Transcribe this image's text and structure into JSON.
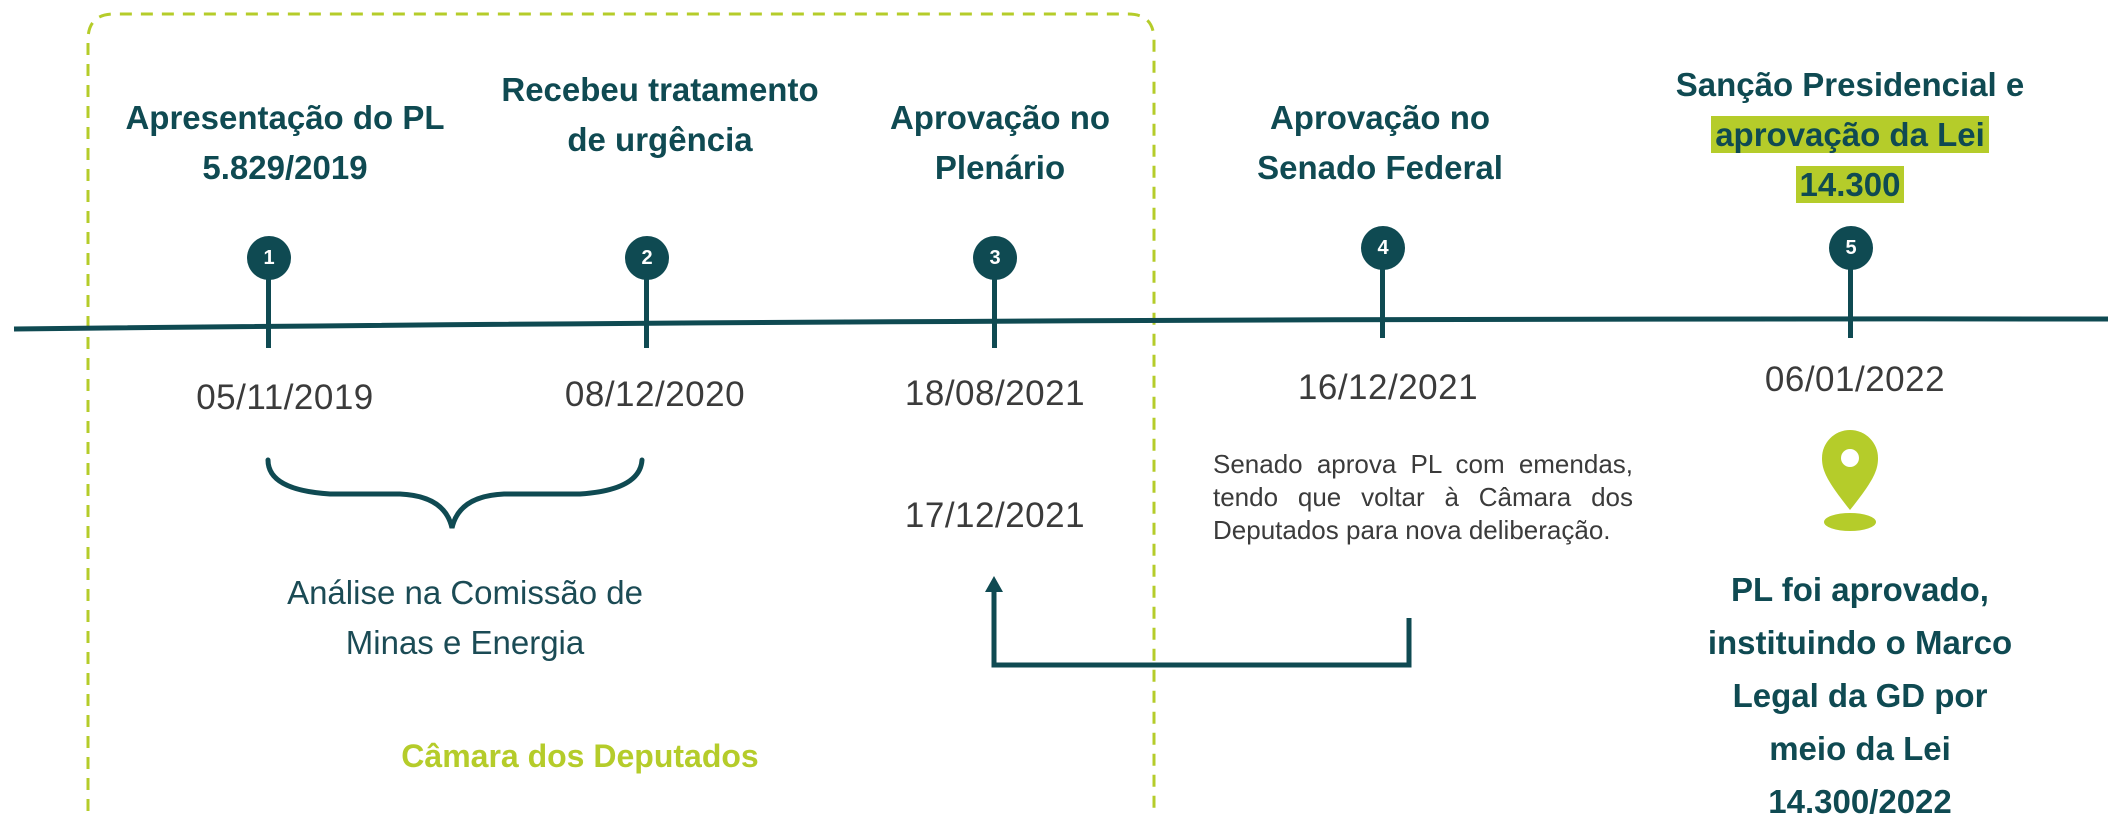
{
  "colors": {
    "primary": "#0f4a52",
    "accent": "#b5cc2a",
    "text": "#3b3b3b"
  },
  "events": [
    {
      "num": "1",
      "title": "Apresentação do PL 5.829/2019",
      "date": "05/11/2019"
    },
    {
      "num": "2",
      "title": "Recebeu tratamento de urgência",
      "date": "08/12/2020"
    },
    {
      "num": "3",
      "title": "Aprovação no Plenário",
      "date": "18/08/2021",
      "date2": "17/12/2021"
    },
    {
      "num": "4",
      "title": "Aprovação no Senado Federal",
      "date": "16/12/2021"
    },
    {
      "num": "5",
      "title_plain": "Sanção Presidencial e",
      "title_highlight_1": "aprovação da Lei",
      "title_highlight_2": "14.300",
      "date": "06/01/2022"
    }
  ],
  "brace_label": "Análise na Comissão de Minas e Energia",
  "chamber_label": "Câmara dos Deputados",
  "senate_note": "Senado aprova PL com emendas, tendo que voltar à Câmara dos Deputados para nova deliberação.",
  "result_text": "PL foi aprovado, instituindo o Marco Legal da GD por meio da Lei 14.300/2022",
  "icons": {
    "marker": "map-pin-icon"
  }
}
